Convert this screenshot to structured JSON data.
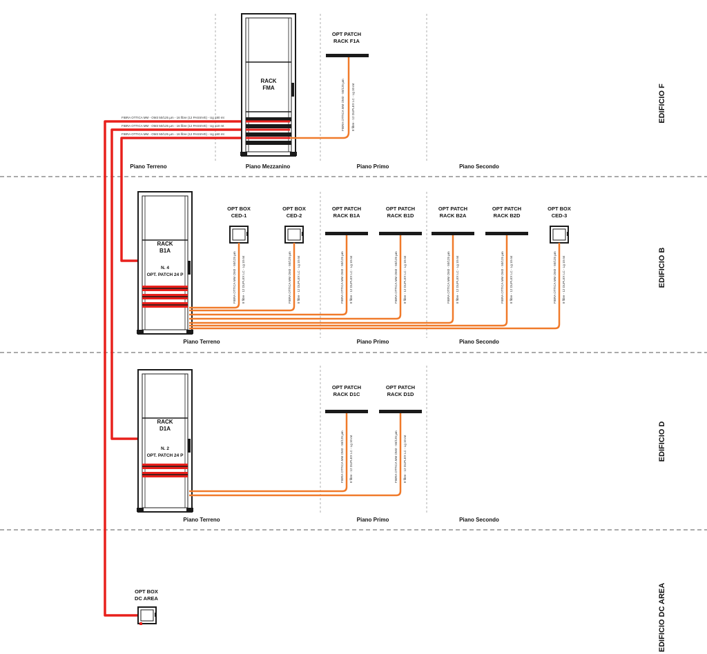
{
  "buildings": {
    "f": "EDIFICIO F",
    "b": "EDIFICIO B",
    "d": "EDIFICIO D",
    "dc": "EDIFICIO DC AREA"
  },
  "floors": {
    "f": [
      "Piano Terreno",
      "Piano Mezzanino",
      "Piano Primo",
      "Piano Secondo"
    ],
    "b": [
      "Piano Terreno",
      "Piano Primo",
      "Piano Secondo"
    ],
    "d": [
      "Piano Terreno",
      "Piano Primo",
      "Piano Secondo"
    ]
  },
  "racks": {
    "fma": {
      "line1": "RACK",
      "line2": "FMA"
    },
    "b1a": {
      "line1": "RACK",
      "line2": "B1A",
      "line3": "N. 4",
      "line4": "OPT. PATCH 24 P"
    },
    "d1a": {
      "line1": "RACK",
      "line2": "D1A",
      "line3": "N. 2",
      "line4": "OPT. PATCH 24 P"
    }
  },
  "patches": {
    "f1a": {
      "line1": "OPT PATCH",
      "line2": "RACK F1A"
    },
    "b1a": {
      "line1": "OPT PATCH",
      "line2": "RACK B1A"
    },
    "b1d": {
      "line1": "OPT PATCH",
      "line2": "RACK B1D"
    },
    "b2a": {
      "line1": "OPT PATCH",
      "line2": "RACK B2A"
    },
    "b2d": {
      "line1": "OPT PATCH",
      "line2": "RACK B2D"
    },
    "d1c": {
      "line1": "OPT PATCH",
      "line2": "RACK D1C"
    },
    "d1d": {
      "line1": "OPT PATCH",
      "line2": "RACK D1D"
    }
  },
  "boxes": {
    "ced1": {
      "line1": "OPT BOX",
      "line2": "CED-1"
    },
    "ced2": {
      "line1": "OPT BOX",
      "line2": "CED-2"
    },
    "ced3": {
      "line1": "OPT BOX",
      "line2": "CED-3"
    },
    "dc": {
      "line1": "OPT BOX",
      "line2": "DC AREA"
    }
  },
  "cable_labels": {
    "main1": "FIBRA OTTICA MM - OM3 50/125 µm - 16 fibre (12 PASSIVE) - Ug 180 mt",
    "main2": "FIBRA OTTICA MM - OM3 50/125 µm - 16 fibre (12 PASSIVE) - Ug 110 mt",
    "main3": "FIBRA OTTICA MM - OM3 50/125 µm - 16 fibre (12 PASSIVE) - Ug 160 mt",
    "vertical_a": "FIBRA OTTICA MM OM3 - 50/125 µm",
    "vertical_b": "8 fibre - 12 DUPLEX LC - Lg 10 mt"
  },
  "colors": {
    "backbone": "#e8201c",
    "riser": "#f07a2a",
    "rack_line": "#1a1a1a",
    "divider": "#555555"
  }
}
